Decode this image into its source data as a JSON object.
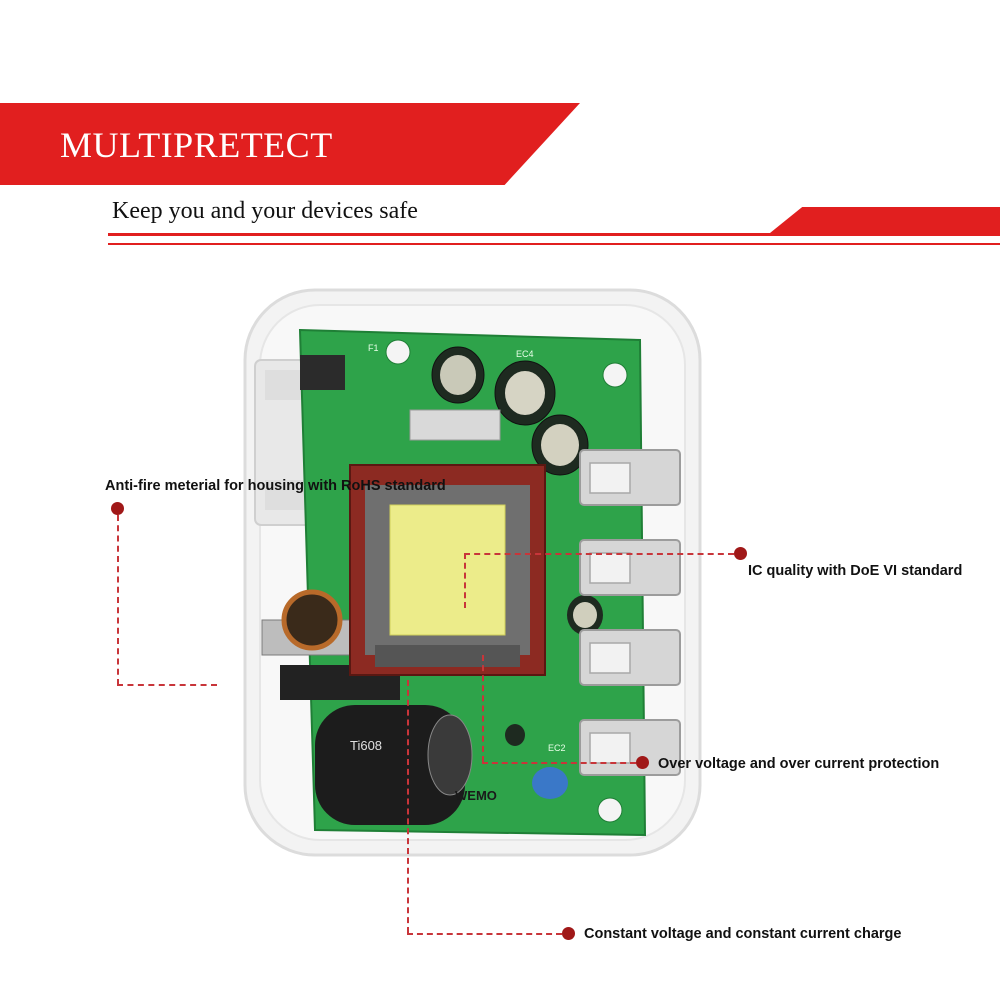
{
  "header": {
    "title": "MULTIPRETECT",
    "subtitle": "Keep you and your devices safe"
  },
  "colors": {
    "accent": "#e11f1f",
    "pcb_green": "#2ea34a",
    "housing": "#f2f2f2",
    "dot": "#a01818"
  },
  "callouts": {
    "housing": "Anti-fire meterial for housing with RoHS standard",
    "ic": "IC  quality with DoE VI standard",
    "protection": "Over voltage and over current protection",
    "charge": "Constant voltage and constant current charge"
  },
  "pcb_labels": {
    "f1": "F1",
    "ec": "EC4",
    "ec2": "EC2",
    "brand": "WEMO",
    "cap_text": "Ti608"
  }
}
